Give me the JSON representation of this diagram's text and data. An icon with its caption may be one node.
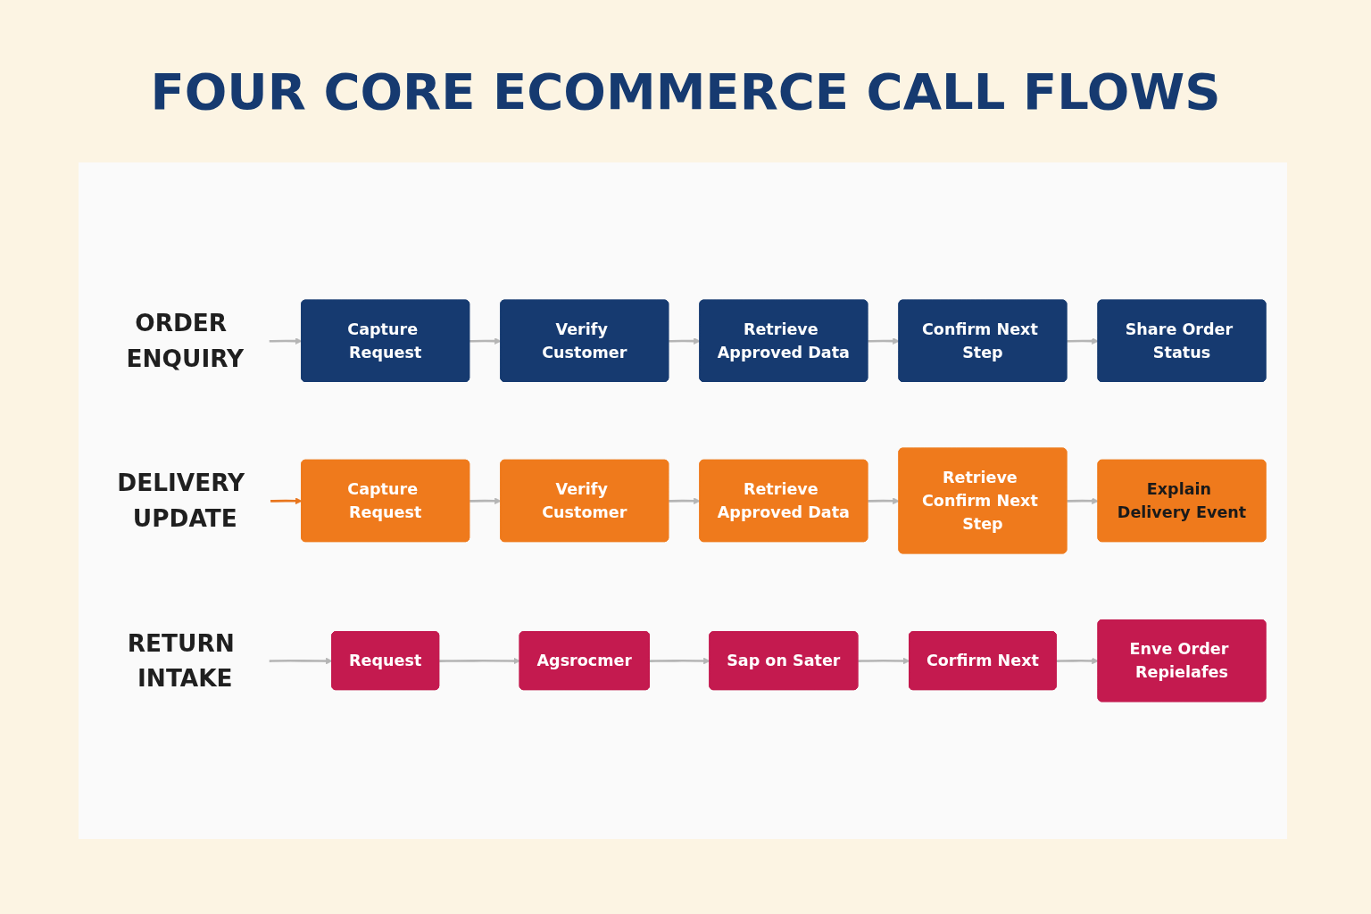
{
  "diagram": {
    "title": "FOUR CORE ECOMMERCE CALL FLOWS",
    "nodes": [
      {
        "text": [
          "ORDER ENQUIRY"
        ]
      },
      {
        "text": [
          "Capture Request"
        ]
      },
      {
        "text": [
          "Verify Customer"
        ]
      },
      {
        "text": [
          "Retrieve Approved Data"
        ]
      },
      {
        "text": [
          "Confirm Next Step"
        ]
      },
      {
        "text": [
          "Share Order Status"
        ]
      },
      {
        "text": [
          "DELIVERY UPDATE"
        ]
      },
      {
        "text": [
          "Capture Request"
        ]
      },
      {
        "text": [
          "Verify Customer"
        ]
      },
      {
        "text": [
          "Retrieve Approved Data"
        ]
      },
      {
        "text": [
          "Retrieve Confirm Next Step"
        ]
      },
      {
        "text": [
          "Explain Delivery Event"
        ]
      },
      {
        "text": [
          "RETURN INTAKE"
        ]
      },
      {
        "text": [
          "Request"
        ]
      },
      {
        "text": [
          "Agsrocmer"
        ]
      },
      {
        "text": [
          "Sap on Sater"
        ]
      },
      {
        "text": [
          "Corfirm Next"
        ]
      },
      {
        "text": [
          "Enve Order Repielafes"
        ]
      }
    ],
    "edges": [
      {
        "from": 0,
        "to": 1,
        "arrow": "to"
      },
      {
        "from": 1,
        "to": 2,
        "arrow": "to"
      },
      {
        "from": 2,
        "to": 3,
        "arrow": "to"
      },
      {
        "from": 3,
        "to": 4,
        "arrow": "to"
      },
      {
        "from": 4,
        "to": 5,
        "arrow": "to"
      },
      {
        "from": 6,
        "to": 7,
        "arrow": "to",
        "color": "#e8761e"
      },
      {
        "from": 7,
        "to": 8,
        "arrow": "to"
      },
      {
        "from": 8,
        "to": 9,
        "arrow": "to"
      },
      {
        "from": 9,
        "to": 10,
        "arrow": "to"
      },
      {
        "from": 10,
        "to": 11,
        "arrow": "to"
      },
      {
        "from": 12,
        "to": 13,
        "arrow": "to"
      },
      {
        "from": 13,
        "to": 14,
        "arrow": "to"
      },
      {
        "from": 14,
        "to": 15,
        "arrow": "to"
      },
      {
        "from": 15,
        "to": 16,
        "arrow": "to"
      },
      {
        "from": 16,
        "to": 17,
        "arrow": "to"
      }
    ]
  }
}
